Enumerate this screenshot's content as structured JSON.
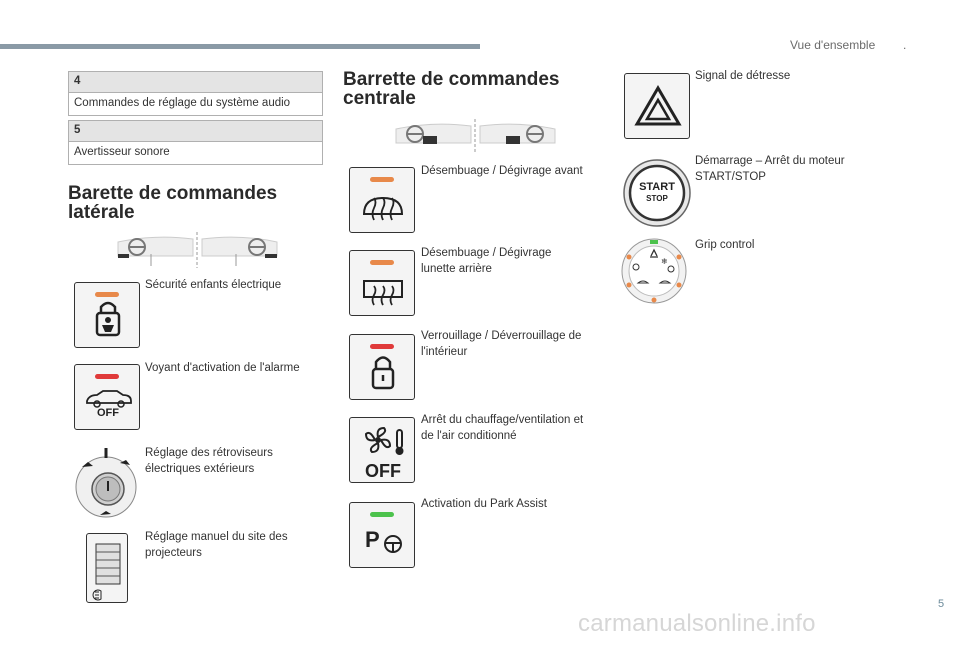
{
  "header": {
    "section_title": "Vue d'ensemble",
    "marker": "."
  },
  "page_number": "5",
  "watermark": "carmanualsonline.info",
  "table4": {
    "number": "4",
    "text": "Commandes de réglage du système audio"
  },
  "table5": {
    "number": "5",
    "text": "Avertisseur sonore"
  },
  "lateral": {
    "title_line1": "Barette de commandes",
    "title_line2": "latérale",
    "items": [
      {
        "label": "Sécurité enfants électrique",
        "led_color": "#e8894a"
      },
      {
        "label": "Voyant d'activation de l'alarme",
        "led_color": "#e03a3a",
        "icon_text": "OFF"
      },
      {
        "label_line1": "Réglage des rétroviseurs",
        "label_line2": "électriques extérieurs"
      },
      {
        "label_line1": "Réglage manuel du site des",
        "label_line2": "projecteurs"
      }
    ]
  },
  "central": {
    "title_line1": "Barrette de commandes",
    "title_line2": "centrale",
    "items": [
      {
        "label": "Désembuage / Dégivrage avant",
        "led_color": "#e8894a"
      },
      {
        "label_line1": "Désembuage / Dégivrage",
        "label_line2": "lunette arrière",
        "led_color": "#e8894a"
      },
      {
        "label_line1": "Verrouillage / Déverrouillage de",
        "label_line2": "l'intérieur",
        "led_color": "#e03a3a"
      },
      {
        "label_line1": "Arrêt du chauffage/ventilation et",
        "label_line2": "de l'air conditionné",
        "icon_text": "OFF"
      },
      {
        "label": "Activation du Park Assist",
        "led_color": "#4cc24c",
        "icon_text": "P"
      }
    ]
  },
  "right": {
    "items": [
      {
        "label": "Signal de détresse"
      },
      {
        "label_line1": "Démarrage – Arrêt du moteur",
        "label_line2": "START/STOP",
        "btn_line1": "START",
        "btn_line2": "STOP"
      },
      {
        "label": "Grip control",
        "snow_glyph": "❄"
      }
    ]
  }
}
